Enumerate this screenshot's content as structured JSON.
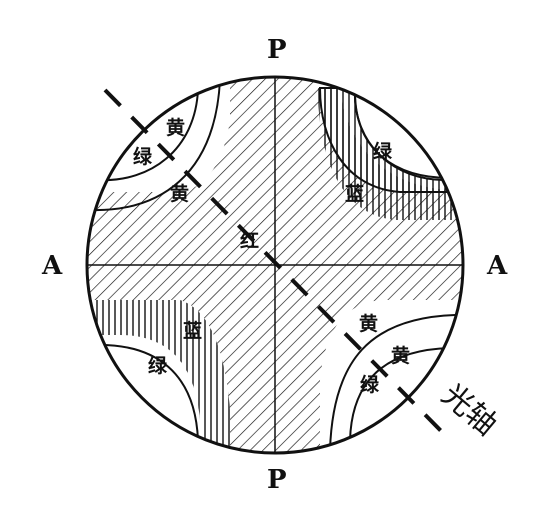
{
  "poles": {
    "top": "P",
    "bottom": "P",
    "left": "A",
    "right": "A"
  },
  "colors": {
    "yellow": "黄",
    "green": "绿",
    "blue": "蓝",
    "red": "红"
  },
  "optic_axis_label": "光轴"
}
